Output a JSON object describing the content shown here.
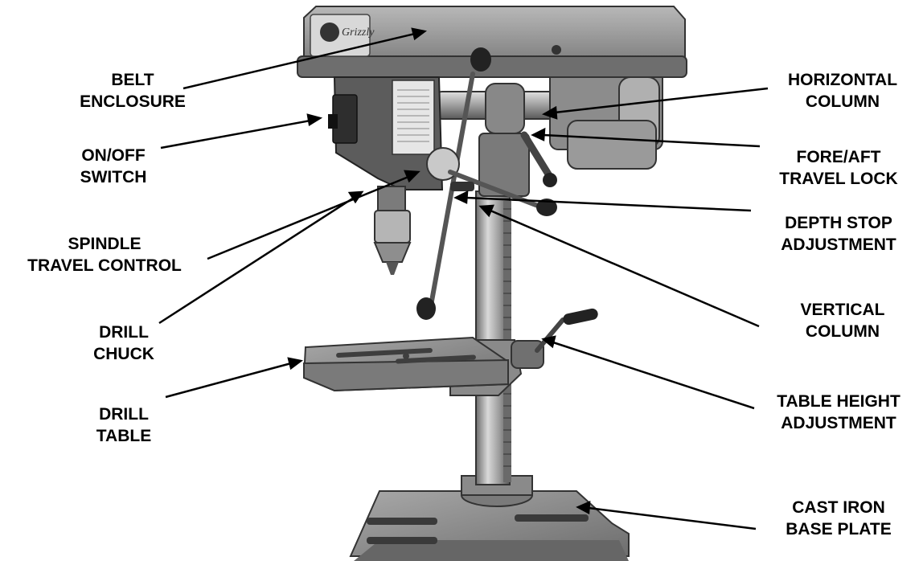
{
  "labels": {
    "belt_enclosure": [
      "BELT",
      "ENCLOSURE"
    ],
    "on_off_switch": [
      "ON/OFF",
      "SWITCH"
    ],
    "spindle_travel_control": [
      "SPINDLE",
      "TRAVEL CONTROL"
    ],
    "drill_chuck": [
      "DRILL",
      "CHUCK"
    ],
    "drill_table": [
      "DRILL",
      "TABLE"
    ],
    "horizontal_column": [
      "HORIZONTAL",
      "COLUMN"
    ],
    "fore_aft_travel_lock": [
      "FORE/AFT",
      "TRAVEL LOCK"
    ],
    "depth_stop_adjustment": [
      "DEPTH STOP",
      "ADJUSTMENT"
    ],
    "vertical_column": [
      "VERTICAL",
      "COLUMN"
    ],
    "table_height_adjustment": [
      "TABLE HEIGHT",
      "ADJUSTMENT"
    ],
    "cast_iron_base_plate": [
      "CAST IRON",
      "BASE PLATE"
    ]
  },
  "colors": {
    "metal_light": "#bdbdbd",
    "metal_mid": "#8f8f8f",
    "metal_dark": "#4a4a4a",
    "ink": "#000000"
  }
}
